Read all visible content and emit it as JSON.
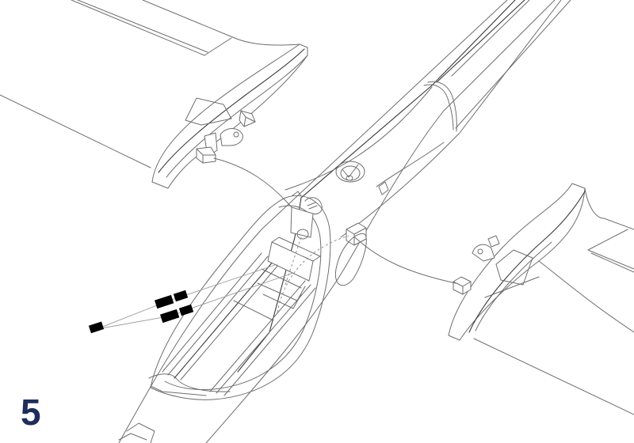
{
  "figure": {
    "step_number": "5",
    "step_color": "#1f2d5c",
    "line_color": "#6e6e6e",
    "background": "#ffffff",
    "components": [
      {
        "id": "fuselage",
        "label": "fuselage"
      },
      {
        "id": "left-wing",
        "label": "left wing root"
      },
      {
        "id": "right-wing",
        "label": "right wing root"
      },
      {
        "id": "canopy-frame",
        "label": "canopy / cockpit opening"
      },
      {
        "id": "magnets",
        "label": "magnets",
        "count": 5
      }
    ]
  }
}
